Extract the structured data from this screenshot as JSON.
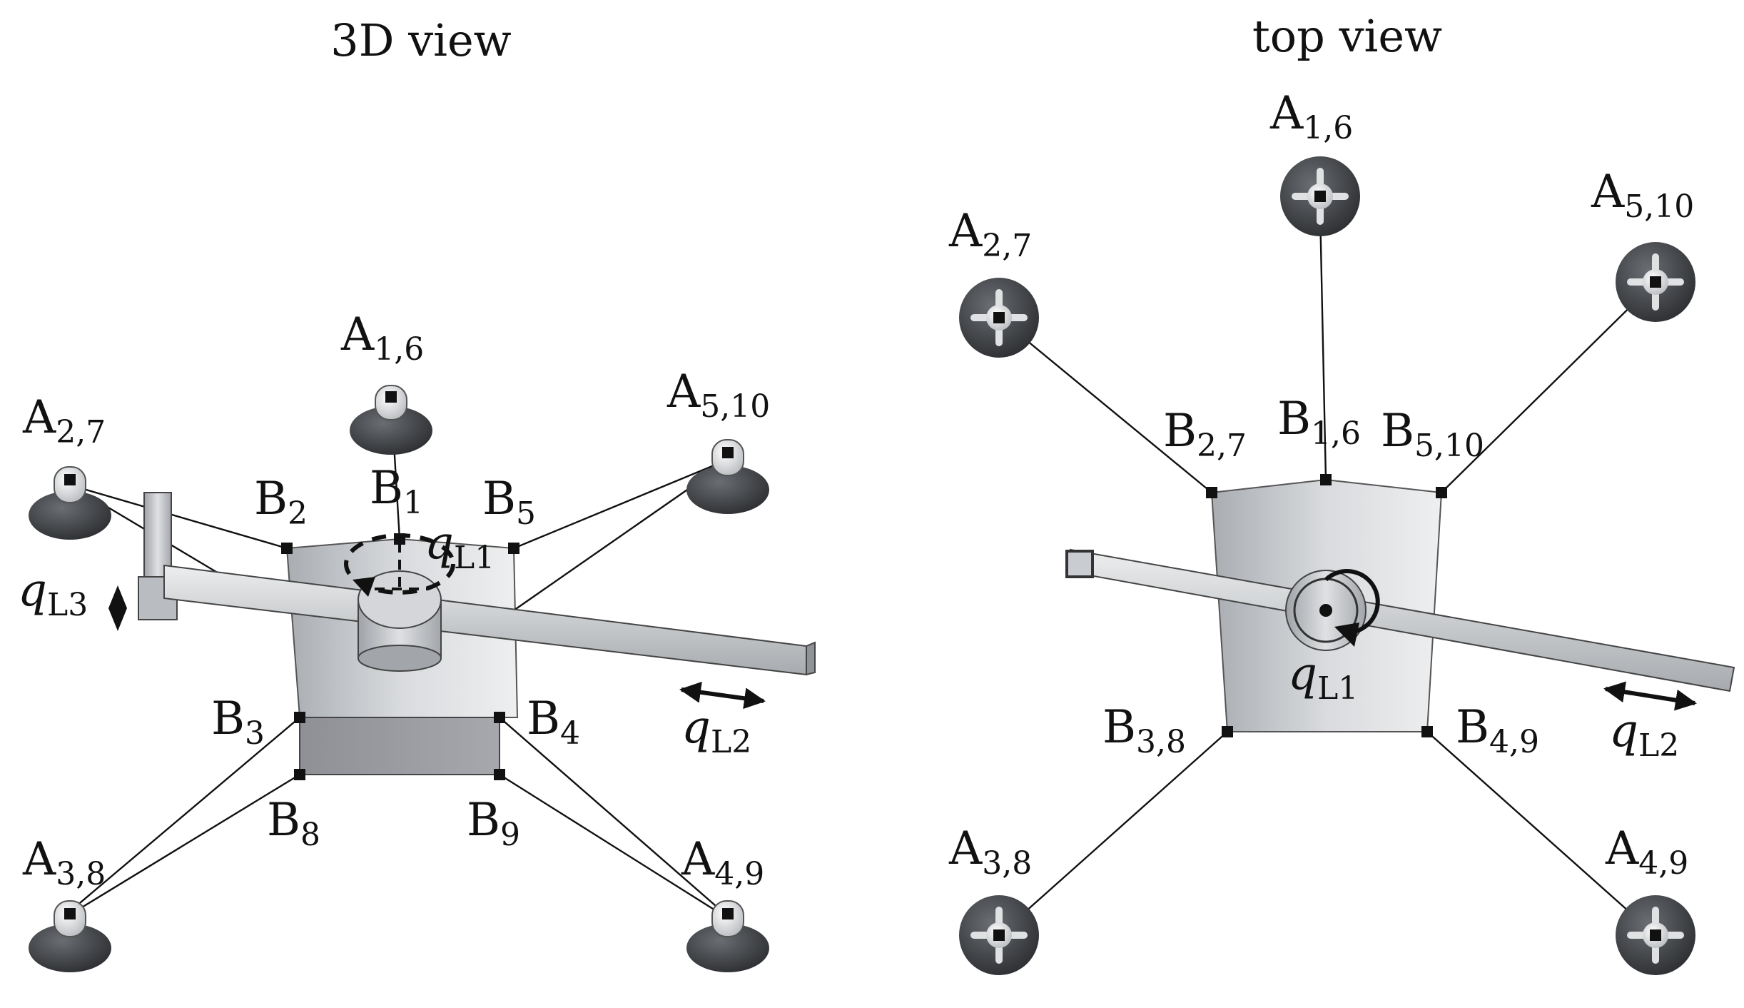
{
  "views": {
    "left_title": "3D view",
    "right_title": "top view"
  },
  "labels_3d": {
    "A16": {
      "main": "A",
      "sub": "1,6"
    },
    "A27": {
      "main": "A",
      "sub": "2,7"
    },
    "A510": {
      "main": "A",
      "sub": "5,10"
    },
    "A38": {
      "main": "A",
      "sub": "3,8"
    },
    "A49": {
      "main": "A",
      "sub": "4,9"
    },
    "B1": {
      "main": "B",
      "sub": "1"
    },
    "B2": {
      "main": "B",
      "sub": "2"
    },
    "B3": {
      "main": "B",
      "sub": "3"
    },
    "B4": {
      "main": "B",
      "sub": "4"
    },
    "B5": {
      "main": "B",
      "sub": "5"
    },
    "B8": {
      "main": "B",
      "sub": "8"
    },
    "B9": {
      "main": "B",
      "sub": "9"
    },
    "qL1": {
      "main": "q",
      "sub": "L1"
    },
    "qL2": {
      "main": "q",
      "sub": "L2"
    },
    "qL3": {
      "main": "q",
      "sub": "L3"
    }
  },
  "labels_top": {
    "A16": {
      "main": "A",
      "sub": "1,6"
    },
    "A27": {
      "main": "A",
      "sub": "2,7"
    },
    "A510": {
      "main": "A",
      "sub": "5,10"
    },
    "A38": {
      "main": "A",
      "sub": "3,8"
    },
    "A49": {
      "main": "A",
      "sub": "4,9"
    },
    "B16": {
      "main": "B",
      "sub": "1,6"
    },
    "B27": {
      "main": "B",
      "sub": "2,7"
    },
    "B510": {
      "main": "B",
      "sub": "5,10"
    },
    "B38": {
      "main": "B",
      "sub": "3,8"
    },
    "B49": {
      "main": "B",
      "sub": "4,9"
    },
    "qL1": {
      "main": "q",
      "sub": "L1"
    },
    "qL2": {
      "main": "q",
      "sub": "L2"
    }
  },
  "colors": {
    "platform": "#c9ccd0",
    "platform_dark": "#9a9ca2",
    "beam": "#d6d8da",
    "anchor": "#3a3c40",
    "cable": "#111111"
  }
}
